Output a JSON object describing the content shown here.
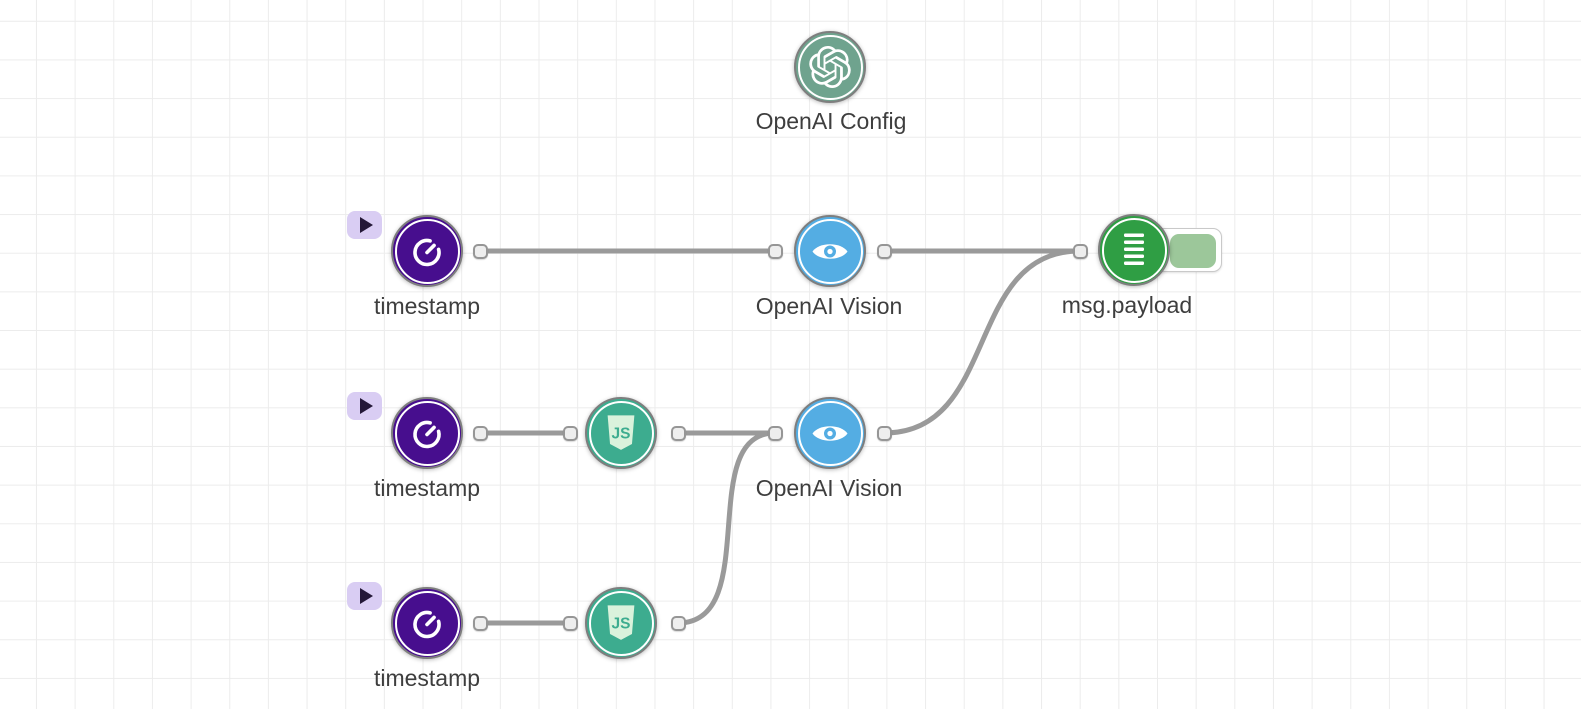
{
  "canvas": {
    "background": "#ffffff",
    "grid_color": "#ececec"
  },
  "colors": {
    "inject_node": "#470e8e",
    "function_node": "#3dac8f",
    "vision_node": "#54ade3",
    "debug_node": "#2f9e44",
    "config_node": "#6fa38e",
    "debug_toggle": "#9cc79a",
    "wire": "#9a9a9a",
    "play_button_bg": "#d9cdf3",
    "label_text": "#3e3e3e"
  },
  "nodes": [
    {
      "id": "openai-config",
      "type": "configuration",
      "label": "OpenAI Config",
      "icon": "openai-logo-icon"
    },
    {
      "id": "inject-1",
      "type": "inject",
      "label": "timestamp",
      "icon": "stopwatch-icon"
    },
    {
      "id": "vision-1",
      "type": "openai-vision",
      "label": "OpenAI Vision",
      "icon": "eye-icon"
    },
    {
      "id": "debug-1",
      "type": "debug",
      "label": "msg.payload",
      "icon": "debug-list-icon"
    },
    {
      "id": "inject-2",
      "type": "inject",
      "label": "timestamp",
      "icon": "stopwatch-icon"
    },
    {
      "id": "function-1",
      "type": "function",
      "label": "",
      "icon": "js-shield-icon"
    },
    {
      "id": "vision-2",
      "type": "openai-vision",
      "label": "OpenAI Vision",
      "icon": "eye-icon"
    },
    {
      "id": "inject-3",
      "type": "inject",
      "label": "timestamp",
      "icon": "stopwatch-icon"
    },
    {
      "id": "function-2",
      "type": "function",
      "label": "",
      "icon": "js-shield-icon"
    }
  ],
  "connections": [
    {
      "from": "inject-1",
      "to": "vision-1"
    },
    {
      "from": "vision-1",
      "to": "debug-1"
    },
    {
      "from": "inject-2",
      "to": "function-1"
    },
    {
      "from": "function-1",
      "to": "vision-2"
    },
    {
      "from": "vision-2",
      "to": "debug-1"
    },
    {
      "from": "inject-3",
      "to": "function-2"
    },
    {
      "from": "function-2",
      "to": "vision-2"
    }
  ]
}
